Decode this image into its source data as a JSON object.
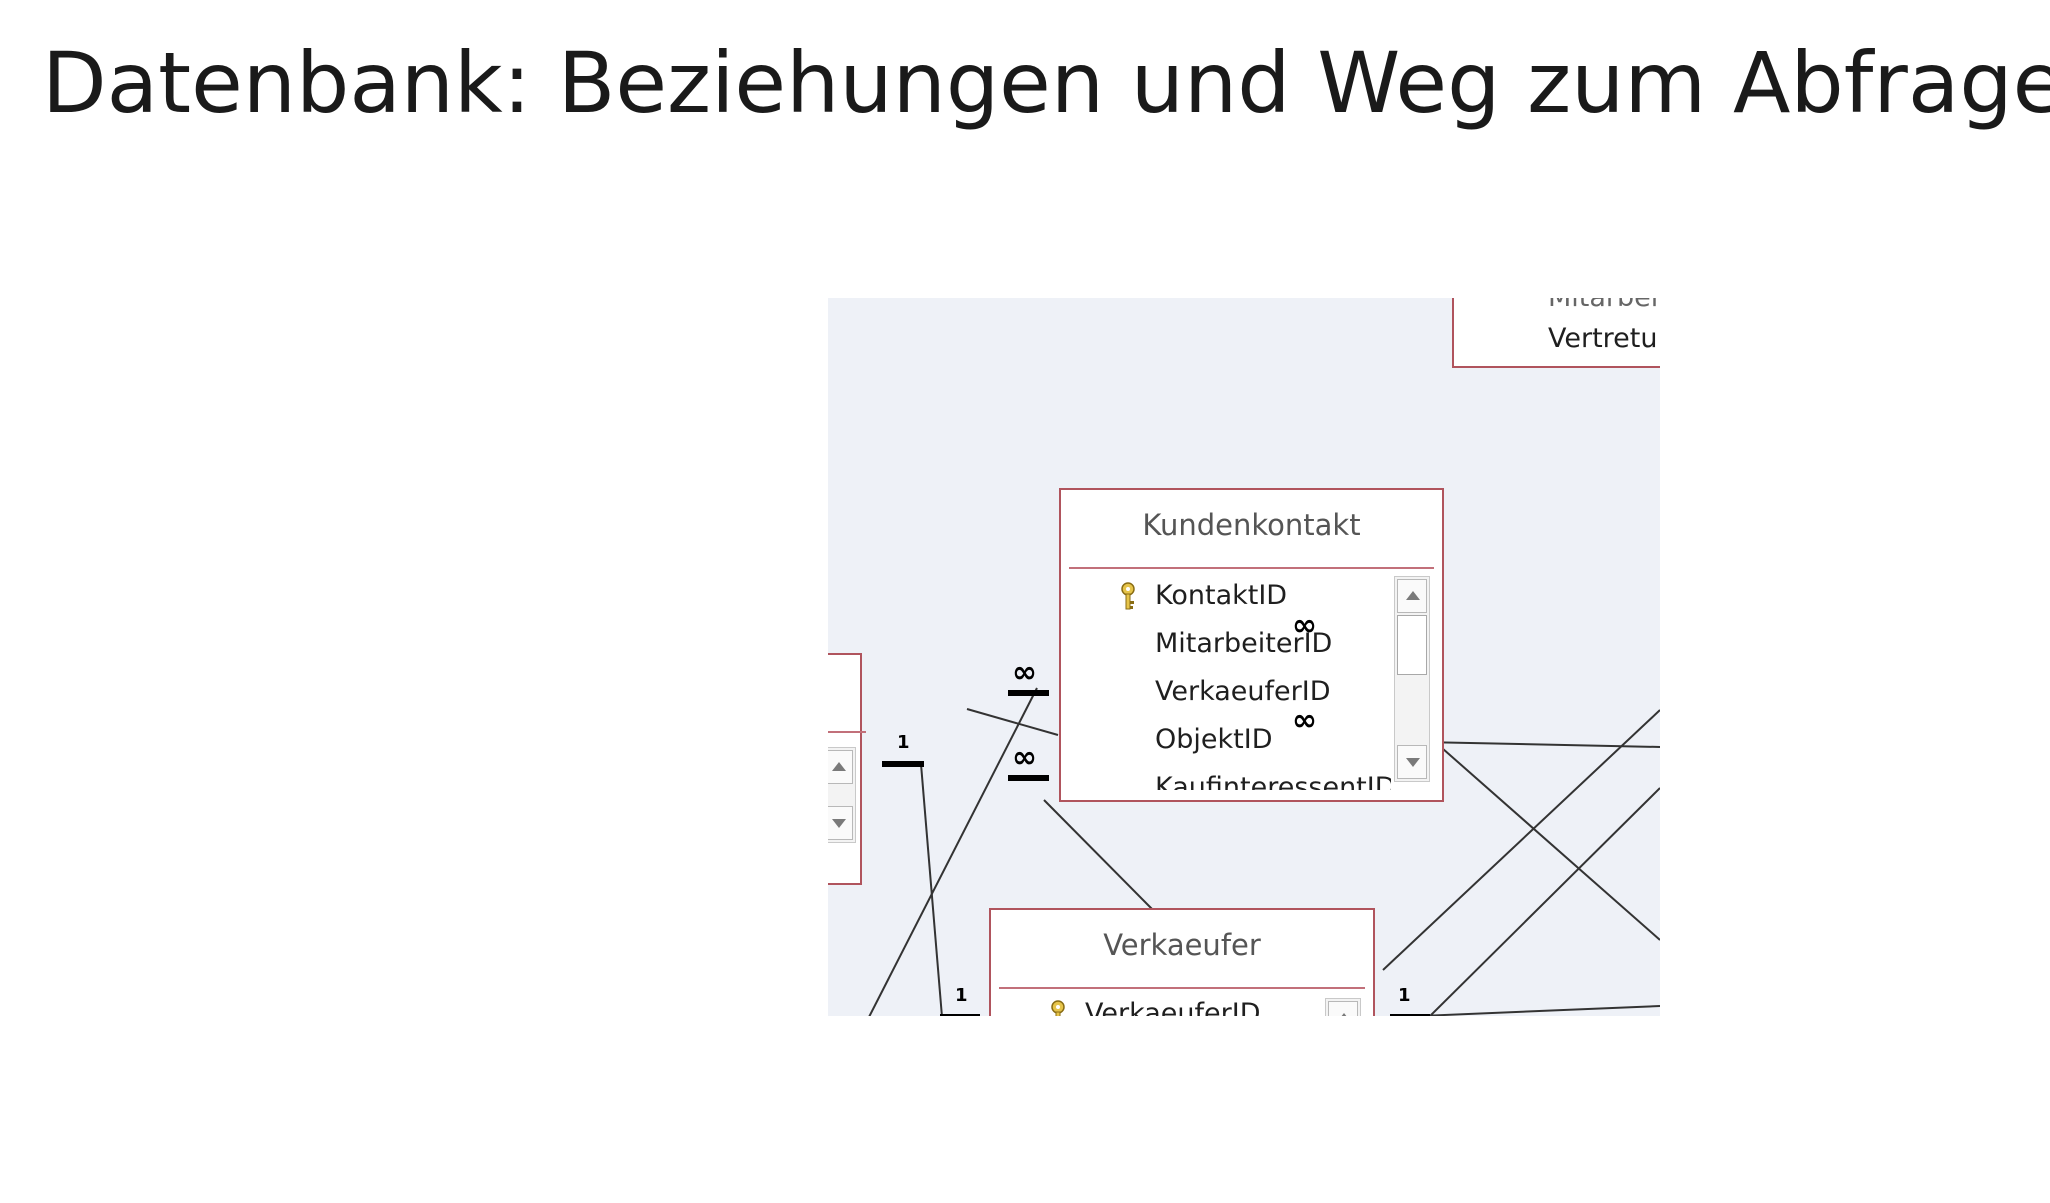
{
  "slide": {
    "title": "Datenbank: Beziehungen und Weg zum Abfragen"
  },
  "diagram": {
    "colors": {
      "canvas": "#eef1f7",
      "table_border": "#b0545d",
      "line": "#333333"
    },
    "tables": {
      "top_right": {
        "fields": [
          "Mitarbei",
          "Vertretu"
        ]
      },
      "kundenkontakt": {
        "title": "Kundenkontakt",
        "fields": [
          "KontaktID",
          "MitarbeiterID",
          "VerkaeuferID",
          "ObjektID",
          "KaufinteressentID"
        ],
        "primary_key_icon": "key-icon"
      },
      "verkaeufer": {
        "title": "Verkaeufer",
        "fields": [
          "VerkaeuferID"
        ],
        "primary_key_icon": "key-icon"
      }
    },
    "cardinality": {
      "one": "1",
      "many": "∞"
    }
  }
}
